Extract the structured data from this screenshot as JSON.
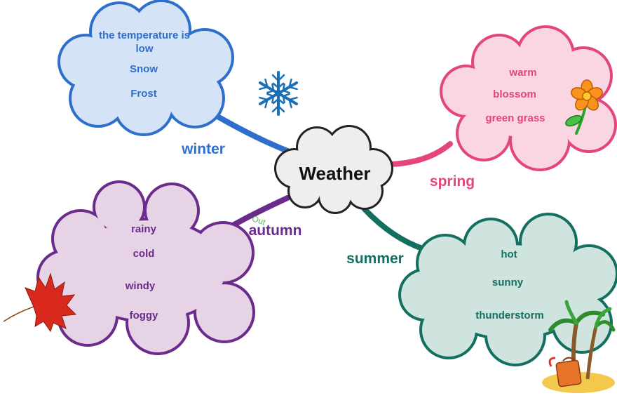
{
  "center": {
    "title": "Weather"
  },
  "winter": {
    "label": "winter",
    "items": [
      "the temperature is low",
      "Snow",
      "Frost"
    ]
  },
  "spring": {
    "label": "spring",
    "items": [
      "warm",
      "blossom",
      "green grass"
    ]
  },
  "autumn": {
    "label": "autumn",
    "small_label": "Out",
    "items": [
      "rainy",
      "cold",
      "windy",
      "foggy"
    ]
  },
  "summer": {
    "label": "summer",
    "items": [
      "hot",
      "sunny",
      "thunderstorm"
    ]
  },
  "colors": {
    "winter": "#2f6fcc",
    "winter_fill": "#d5e3f6",
    "spring": "#e4457a",
    "spring_fill": "#fad6e2",
    "autumn": "#6b2b8c",
    "autumn_fill": "#e6d3e5",
    "summer": "#137060",
    "summer_fill": "#cfe4df",
    "snowflake": "#1a6fb5"
  },
  "icons": [
    "snowflake-icon",
    "flower-icon",
    "maple-leaf-icon",
    "palm-tree-suitcase-icon"
  ]
}
